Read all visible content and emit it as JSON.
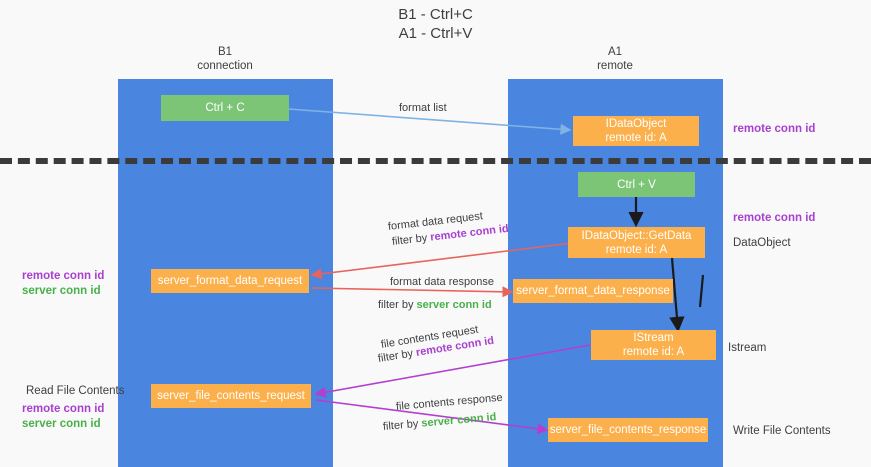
{
  "title": "B1 - Ctrl+C\nA1 - Ctrl+V",
  "columns": {
    "left": {
      "name": "B1",
      "role": "connection",
      "header": "B1\nconnection"
    },
    "right": {
      "name": "A1",
      "role": "remote",
      "header": "A1\nremote"
    }
  },
  "colors": {
    "lane": "#4a86e0",
    "green_box": "#7cc576",
    "orange_box": "#fbb04b",
    "divider": "#3b3b3b",
    "arrow_blue": "#7fb2e5",
    "arrow_black": "#1a1a1a",
    "arrow_red": "#e8645a",
    "arrow_magenta": "#b43fcf",
    "purple_text": "#a93fd0",
    "green_text": "#49b04a",
    "page_bg": "#f9f9f9"
  },
  "boxes": {
    "ctrl_c": {
      "label": "Ctrl + C",
      "kind": "green"
    },
    "idataobject_top": {
      "label": "IDataObject\nremote id: A",
      "kind": "orange"
    },
    "ctrl_v": {
      "label": "Ctrl + V",
      "kind": "green"
    },
    "getdata": {
      "label": "IDataObject::GetData\nremote id: A",
      "kind": "orange"
    },
    "server_format_data_request": {
      "label": "server_format_data_request",
      "kind": "orange"
    },
    "server_format_data_response": {
      "label": "server_format_data_response",
      "kind": "orange"
    },
    "istream": {
      "label": "IStream\nremote id: A",
      "kind": "orange"
    },
    "server_file_contents_request": {
      "label": "server_file_contents_request",
      "kind": "orange"
    },
    "server_file_contents_response": {
      "label": "server_file_contents_response",
      "kind": "orange"
    }
  },
  "arrow_labels": {
    "format_list": "format list",
    "format_data_request": "format data request",
    "format_data_request_filter_prefix": "filter by ",
    "format_data_request_filter_value": "remote conn id",
    "format_data_response": "format data response",
    "format_data_response_filter_prefix": "filter by ",
    "format_data_response_filter_value": "server conn id",
    "file_contents_request": "file contents request",
    "file_contents_request_filter_prefix": "filter by ",
    "file_contents_request_filter_value": "remote conn id",
    "file_contents_response": "file contents response",
    "file_contents_response_filter_prefix": "filter by ",
    "file_contents_response_filter_value": "server conn id"
  },
  "right_labels": {
    "remote_conn_id_top": "remote conn id",
    "remote_conn_id_mid": "remote conn id",
    "dataobject": "DataObject",
    "istream": "Istream",
    "write_file_contents": "Write File Contents"
  },
  "left_labels": {
    "remote_conn_id_mid": "remote conn id",
    "server_conn_id_mid": "server conn id",
    "read_file_contents": "Read File Contents",
    "remote_conn_id_bottom": "remote conn id",
    "server_conn_id_bottom": "server conn id"
  }
}
